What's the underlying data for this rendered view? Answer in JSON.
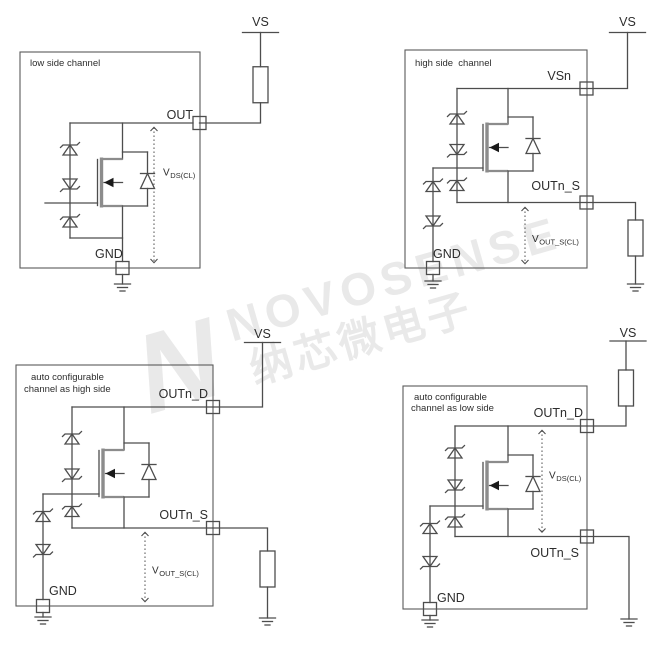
{
  "watermark": {
    "logo": "N",
    "brand": "NOVOSENSE",
    "brand_cn": "纳芯微电子",
    "color": "#e9e9e9"
  },
  "colors": {
    "wire": "#4d4d4d",
    "text": "#2d2d2d",
    "background": "#ffffff"
  },
  "circuits": {
    "low_side": {
      "title": "low side channel",
      "supply_label": "VS",
      "pins": {
        "out": "OUT",
        "gnd": "GND"
      },
      "voltage_label": {
        "prefix": "V",
        "sub": "DS(CL)"
      }
    },
    "high_side": {
      "title": "high side  channel",
      "supply_label": "VS",
      "pins": {
        "vsn": "VSn",
        "outn_s": "OUTn_S",
        "gnd": "GND"
      },
      "voltage_label": {
        "prefix": "V",
        "sub": "OUT_S(CL)"
      }
    },
    "auto_high": {
      "title_line1": "auto configurable",
      "title_line2": "channel as high side",
      "supply_label": "VS",
      "pins": {
        "outn_d": "OUTn_D",
        "outn_s": "OUTn_S",
        "gnd": "GND"
      },
      "voltage_label": {
        "prefix": "V",
        "sub": "OUT_S(CL)"
      }
    },
    "auto_low": {
      "title_line1": "auto configurable",
      "title_line2": "channel as low side",
      "supply_label": "VS",
      "pins": {
        "outn_d": "OUTn_D",
        "outn_s": "OUTn_S",
        "gnd": "GND"
      },
      "voltage_label": {
        "prefix": "V",
        "sub": "DS(CL)"
      }
    }
  }
}
